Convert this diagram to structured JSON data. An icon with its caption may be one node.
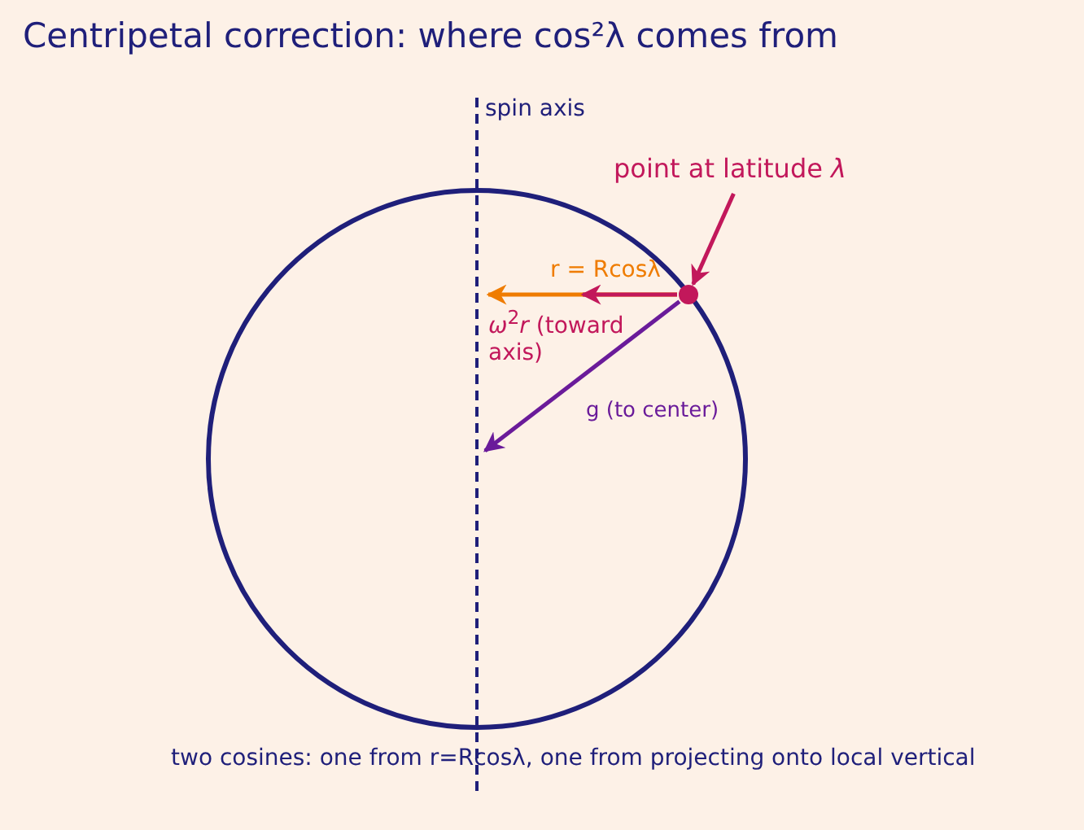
{
  "diagram": {
    "title": "Centripetal correction: where cos²λ comes from",
    "caption": "two cosines: one from r=Rcosλ, one from projecting onto local vertical",
    "nodes": [
      {
        "text": [
          "point at latitude *λ*"
        ]
      },
      {
        "text": [],
        "shape": "circle"
      }
    ],
    "edges": [
      {
        "from": 0,
        "to": 1,
        "arrow": "to",
        "color": "#c2185b"
      },
      {
        "from": 1,
        "to": null,
        "arrow": "to",
        "label": "r = Rcosλ",
        "color": "#ef7c00"
      },
      {
        "from": 1,
        "to": null,
        "arrow": "to",
        "label": "*ω*$^{2}$*r* (toward axis)",
        "color": "#c2185b"
      },
      {
        "from": 1,
        "to": null,
        "arrow": "to",
        "label": "g (to center)",
        "color": "#6a1b9a"
      }
    ],
    "labels": [
      "spin axis"
    ]
  }
}
